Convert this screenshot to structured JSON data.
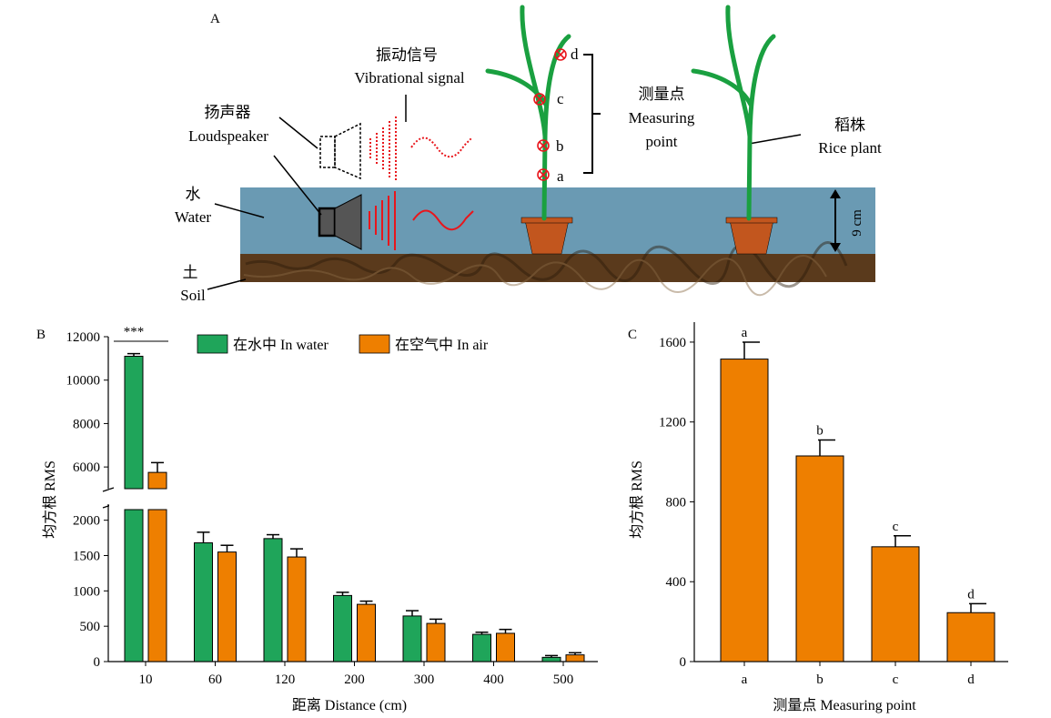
{
  "panel_a": {
    "label": "A",
    "vibrational_signal": "振动信号",
    "vibrational_signal_en": "Vibrational signal",
    "loudspeaker": "扬声器",
    "loudspeaker_en": "Loudspeaker",
    "water": "水",
    "water_en": "Water",
    "soil": "土",
    "soil_en": "Soil",
    "measuring_point": "测量点",
    "measuring_point_en_1": "Measuring",
    "measuring_point_en_2": "point",
    "rice_plant": "稻株",
    "rice_plant_en": "Rice plant",
    "depth": "9 cm",
    "point_a": "a",
    "point_b": "b",
    "point_c": "c",
    "point_d": "d",
    "colors": {
      "water": "#6a9ab3",
      "soil": "#5a3a1c",
      "plant": "#1aa040",
      "pot": "#c2561e",
      "signal": "#e8161c"
    }
  },
  "panel_b": {
    "label": "B",
    "significance": "***",
    "colors": {
      "water": "#1fa55a",
      "air": "#ee7f00"
    }
  },
  "panel_c": {
    "label": "C",
    "color": "#ee7f00"
  },
  "chart_data": [
    {
      "type": "bar",
      "xlabel": "距离 Distance (cm)",
      "ylabel": "均方根 RMS",
      "categories": [
        "10",
        "60",
        "120",
        "200",
        "300",
        "400",
        "500"
      ],
      "series": [
        {
          "name": "在水中 In water",
          "values": [
            11100,
            1680,
            1740,
            935,
            645,
            385,
            60
          ],
          "errors": [
            120,
            150,
            55,
            45,
            75,
            30,
            25
          ]
        },
        {
          "name": "在空气中 In air",
          "values": [
            5750,
            1550,
            1480,
            810,
            540,
            400,
            95
          ],
          "errors": [
            450,
            95,
            115,
            45,
            60,
            55,
            30
          ]
        }
      ],
      "y_ticks_lower": [
        0,
        500,
        1000,
        1500,
        2000
      ],
      "y_ticks_upper": [
        6000,
        8000,
        10000,
        12000
      ],
      "ylim_lower": [
        0,
        2150
      ],
      "ylim_upper": [
        5000,
        12000
      ],
      "axis_break": true,
      "legend": "top"
    },
    {
      "type": "bar",
      "xlabel": "测量点 Measuring point",
      "ylabel": "均方根 RMS",
      "categories": [
        "a",
        "b",
        "c",
        "d"
      ],
      "values": [
        1515,
        1030,
        575,
        245
      ],
      "errors": [
        85,
        80,
        55,
        45
      ],
      "group_labels": [
        "a",
        "b",
        "c",
        "d"
      ],
      "y_ticks": [
        0,
        400,
        800,
        1200,
        1600
      ],
      "ylim": [
        0,
        1700
      ]
    }
  ]
}
